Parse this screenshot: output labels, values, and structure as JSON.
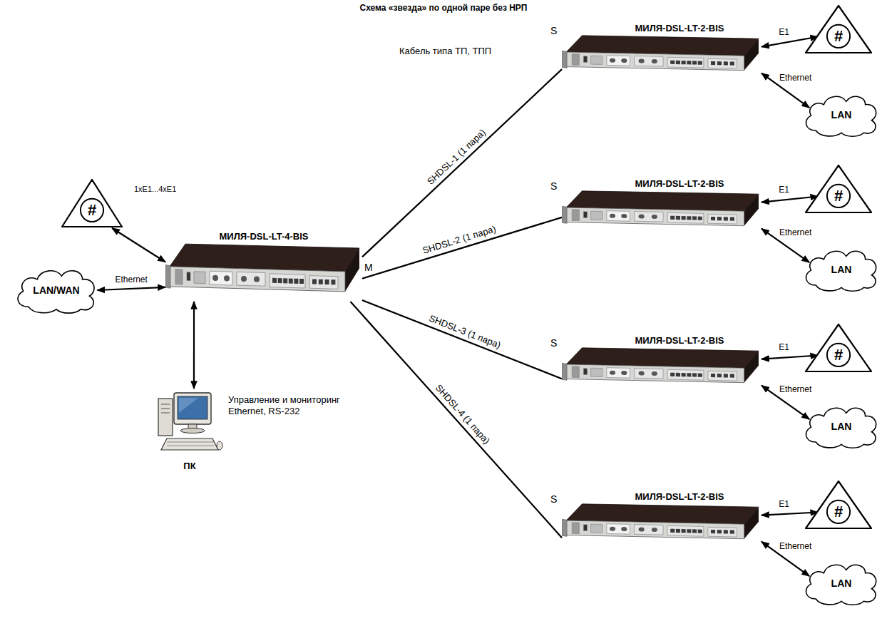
{
  "diagram": {
    "title": "Схема «звезда» по одной паре без НРП",
    "nodes": [
      {
        "text": [
          "#"
        ]
      },
      {
        "text": [
          "LAN/WAN"
        ]
      },
      {
        "text": [
          "МИЛЯ-DSL-LT-4-BIS"
        ]
      },
      {
        "text": [
          "ПК"
        ]
      },
      {
        "text": [
          "МИЛЯ-DSL-LT-2-BIS"
        ]
      },
      {
        "text": [
          "#"
        ]
      },
      {
        "text": [
          "LAN"
        ]
      },
      {
        "text": [
          "МИЛЯ-DSL-LT-2-BIS"
        ]
      },
      {
        "text": [
          "#"
        ]
      },
      {
        "text": [
          "LAN"
        ]
      },
      {
        "text": [
          "МИЛЯ-DSL-LT-2-BIS"
        ]
      },
      {
        "text": [
          "#"
        ]
      },
      {
        "text": [
          "LAN"
        ]
      },
      {
        "text": [
          "МИЛЯ-DSL-LT-2-BIS"
        ]
      },
      {
        "text": [
          "#"
        ]
      },
      {
        "text": [
          "LAN"
        ]
      }
    ],
    "edges": [
      {
        "from": 0,
        "to": 2,
        "arrow": "both"
      },
      {
        "from": 1,
        "to": 2,
        "label": "Ethernet",
        "arrow": "both"
      },
      {
        "from": 3,
        "to": 2,
        "arrow": "both"
      },
      {
        "from": 2,
        "to": 4,
        "label": "SHDSL-1 (1 пара)",
        "arrow": "none"
      },
      {
        "from": 2,
        "to": 7,
        "label": "SHDSL-2 (1 пара)",
        "arrow": "none"
      },
      {
        "from": 2,
        "to": 10,
        "label": "SHDSL-3 (1 пара)",
        "arrow": "none"
      },
      {
        "from": 2,
        "to": 13,
        "label": "SHDSL-4 (1 пара)",
        "arrow": "none"
      },
      {
        "from": 4,
        "to": 5,
        "label": "E1",
        "arrow": "both"
      },
      {
        "from": 4,
        "to": 6,
        "label": "Ethernet",
        "arrow": "both"
      },
      {
        "from": 7,
        "to": 8,
        "label": "E1",
        "arrow": "both"
      },
      {
        "from": 7,
        "to": 9,
        "label": "Ethernet",
        "arrow": "both"
      },
      {
        "from": 10,
        "to": 11,
        "label": "E1",
        "arrow": "both"
      },
      {
        "from": 10,
        "to": 12,
        "label": "Ethernet",
        "arrow": "both"
      },
      {
        "from": 13,
        "to": 14,
        "label": "E1",
        "arrow": "both"
      },
      {
        "from": 13,
        "to": 15,
        "label": "Ethernet",
        "arrow": "both"
      }
    ],
    "labels": [
      "1xE1...4xE1",
      "Управление и мониторинг Ethernet, RS-232",
      "Кабель типа ТП, ТПП",
      "M",
      "S",
      "S",
      "S",
      "S"
    ]
  }
}
